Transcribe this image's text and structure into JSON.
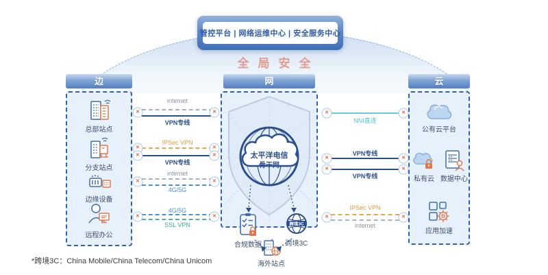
{
  "banner": {
    "title": "管控平台 | 网络运维中心 | 安全服务中心"
  },
  "subtitle": "全局安全",
  "edge": {
    "header": "边",
    "items": [
      "总部站点",
      "分支站点",
      "边缘设备",
      "远程办公"
    ]
  },
  "network": {
    "header": "网",
    "core": [
      "太平洋电信",
      "骨干网"
    ],
    "compliance": "合规数据",
    "crossborder": "跨境3C",
    "overseas": "海外站点"
  },
  "cloud": {
    "header": "云",
    "items": [
      "公有云平台",
      "私有云",
      "数据中心",
      "应用加速"
    ]
  },
  "links": {
    "left": [
      {
        "top": "internet",
        "bottom": "VPN专线"
      },
      {
        "top": "IPSec VPN",
        "bottom": "VPN专线"
      },
      {
        "top": "internet",
        "bottom": "4G/5G"
      },
      {
        "top": "4G/5G",
        "bottom": "SSL VPN"
      }
    ],
    "right": [
      {
        "bottom": "NNI直连"
      },
      {
        "top": "VPN专线",
        "bottom": "VPN专线"
      },
      {
        "top": "IPSec VPN",
        "bottom": "internet"
      }
    ]
  },
  "footnote": "*跨境3C：China Mobile/China Telecom/China Unicom",
  "colors": {
    "accent_navy": "#2b4f8e",
    "accent_orange": "#e0784a",
    "header_blue": "#527fc0",
    "subtitle_coral": "#e39a8f",
    "line_internet": "#a7b0bf",
    "line_vpn": "#2b4f8e",
    "line_ipsec": "#e2a64b",
    "line_4g5g": "#4a90d9",
    "line_sslvpn": "#49b98e",
    "line_nni": "#66cbd8"
  }
}
